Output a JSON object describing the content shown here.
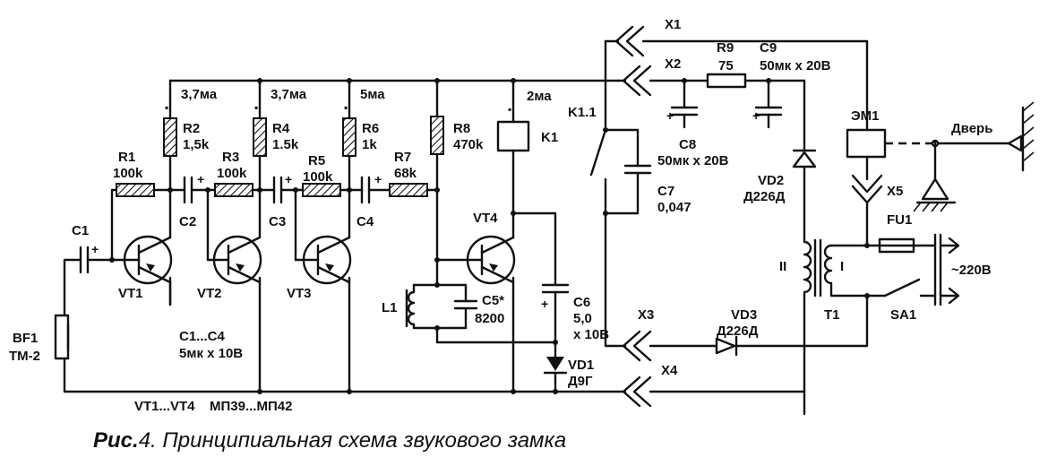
{
  "caption": {
    "prefix": "Рис.",
    "number": "4",
    "text": ". Принципиальная схема звукового замка"
  },
  "labels": {
    "r1": "R1",
    "r1v": "100k",
    "r2": "R2",
    "r2v": "1,5k",
    "r3": "R3",
    "r3v": "100k",
    "r4": "R4",
    "r4v": "1.5k",
    "r5": "R5",
    "r5v": "100k",
    "r6": "R6",
    "r6v": "1k",
    "r7": "R7",
    "r7v": "68k",
    "r8": "R8",
    "r8v": "470k",
    "r9": "R9",
    "r9v": "75",
    "c1": "C1",
    "c2": "C2",
    "c3": "C3",
    "c4": "C4",
    "c5": "C5*",
    "c5v": "8200",
    "c6": "C6",
    "c6v": "5,0",
    "c6v2": "x 10B",
    "c7": "C7",
    "c7v": "0,047",
    "c8": "C8",
    "c8v": "50мк x 20B",
    "c9": "C9",
    "c9v": "50мк x 20B",
    "vt1": "VT1",
    "vt2": "VT2",
    "vt3": "VT3",
    "vt4": "VT4",
    "vd1": "VD1",
    "vd1v": "Д9Г",
    "vd2": "VD2",
    "vd2v": "Д226Д",
    "vd3": "VD3",
    "vd3v": "Д226Д",
    "cur1": "3,7ма",
    "cur2": "3,7ма",
    "cur3": "5ма",
    "cur4": "2ма",
    "k1": "K1",
    "k11": "K1.1",
    "x1": "X1",
    "x2": "X2",
    "x3": "X3",
    "x4": "X4",
    "x5": "X5",
    "em1": "ЭМ1",
    "door": "Дверь",
    "fu1": "FU1",
    "mains": "~220B",
    "t1": "T1",
    "w1": "I",
    "w2": "II",
    "sa1": "SA1",
    "l1": "L1",
    "bf1": "BF1",
    "bf1v": "TM-2",
    "cnote1": "C1...C4",
    "cnote2": "5мк x 10B",
    "tnote1": "VT1...VT4",
    "tnote2": "МП39...МП42"
  }
}
